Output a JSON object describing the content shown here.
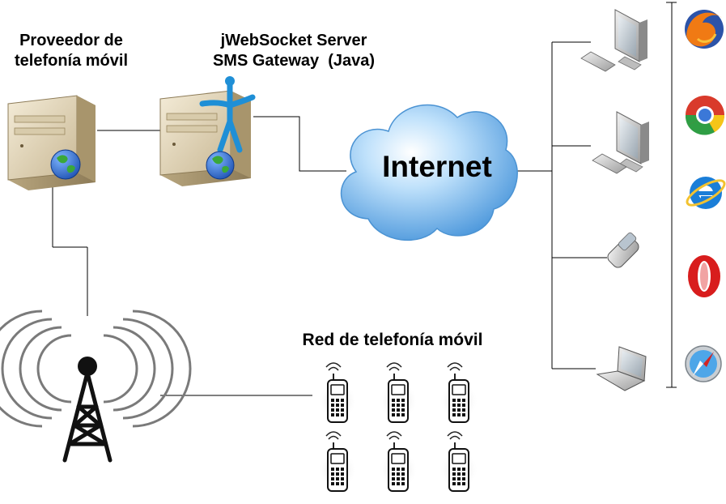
{
  "labels": {
    "provider_line1": "Proveedor de",
    "provider_line2": "telefonía móvil",
    "server_line1": "jWebSocket Server",
    "server_line2": "SMS Gateway  (Java)",
    "internet": "Internet",
    "mobile_network": "Red de telefonía móvil"
  },
  "nodes": {
    "clients": [
      "desktop-computer",
      "desktop-computer",
      "mobile-phone",
      "laptop"
    ],
    "browsers": [
      "firefox",
      "chrome",
      "internet-explorer",
      "opera",
      "safari"
    ],
    "mobile_phones_count": 6
  },
  "colors": {
    "line": "#000000",
    "cloud": "#5aa9e6",
    "server_body": "#e8dcc2",
    "globe_blue": "#2f6fd1",
    "globe_green": "#3aa83a",
    "jwebsocket_logo": "#1f8fd6",
    "tower": "#111111"
  }
}
